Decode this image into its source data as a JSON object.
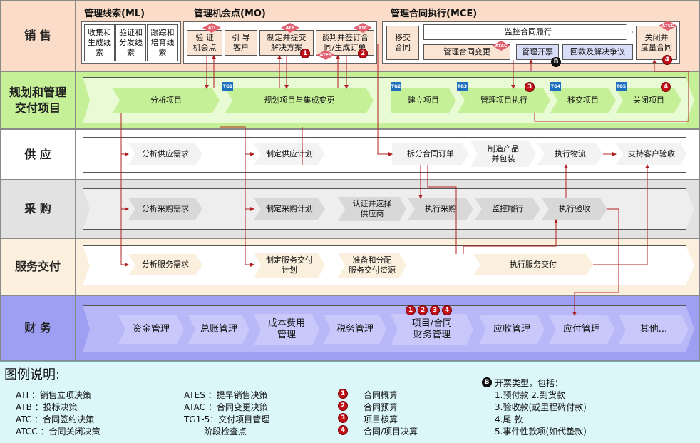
{
  "lanes": {
    "sales": "销 售",
    "planning": "规划和管理\n交付项目",
    "supply": "供 应",
    "procurement": "采 购",
    "service": "服务交付",
    "finance": "财 务"
  },
  "sales": {
    "ml_title": "管理线索(ML)",
    "mo_title": "管理机会点(MO)",
    "mce_title": "管理合同执行(MCE)",
    "ml_items": [
      "收集和\n生成线\n索",
      "验证和\n分发线\n索",
      "跟踪和\n培育线\n索"
    ],
    "mo_items": [
      "验 证\n机会点",
      "引 导\n客户",
      "制定并提交\n解决方案",
      "谈判并签订合\n同/生成订单"
    ],
    "mce_transfer": "移交\n合同",
    "mce_monitor": "监控合同履行",
    "mce_change": "管理合同变更",
    "mce_invoice": "管理开票",
    "mce_payment": "回款及解决争议",
    "mce_close": "关闭并\n度量合同",
    "diamonds": {
      "ati": "ATI",
      "atb": "ATB",
      "atc": "ATC",
      "ates": "ATES",
      "atac": "ATAC",
      "atcc": "ATCC"
    }
  },
  "planning": {
    "analyze": "分析项目",
    "plan": "规划项目与集成变更",
    "build": "建立项目",
    "manage": "管理项目执行",
    "handover": "移交项目",
    "close": "关闭项目",
    "tg": [
      "TG1",
      "TG2",
      "TG3",
      "TG4",
      "TG5"
    ]
  },
  "supply": {
    "analyze": "分析供应需求",
    "plan": "制定供应计划",
    "split": "拆分合同订单",
    "make": "制造产品\n并包装",
    "logistics": "执行物流",
    "accept": "支持客户验收"
  },
  "procurement": {
    "analyze": "分析采购需求",
    "plan": "制定采购计划",
    "select": "认证并选择\n供应商",
    "execute": "执行采购",
    "monitor": "监控履行",
    "verify": "执行验收"
  },
  "service": {
    "analyze": "分析服务需求",
    "plan": "制定服务交付\n计划",
    "prepare": "准备和分配\n服务交付资源",
    "execute": "执行服务交付"
  },
  "finance": {
    "items": [
      "资金管理",
      "总账管理",
      "成本费用\n管理",
      "税务管理",
      "项目/合同\n财务管理",
      "应收管理",
      "应付管理",
      "其他..."
    ]
  },
  "markers": {
    "one": "1",
    "two": "2",
    "three": "3",
    "four": "4",
    "b": "B"
  },
  "legend": {
    "title": "图例说明:",
    "col1": [
      "ATI ：销售立项决策",
      "ATB ：投标决策",
      "ATC ：合同签约决策",
      "ATCC ：合同关闭决策"
    ],
    "col2": [
      "ATES ：提早销售决策",
      "ATAC ：合同变更决策",
      "TG1-5：交付项目管理",
      "阶段检查点"
    ],
    "col3": [
      "合同概算",
      "合同预算",
      "项目核算",
      "合同/项目决算"
    ],
    "col4_title": "开票类型，包括：",
    "col4": [
      "1.预付款  2.到货款",
      "3.验收款(或里程碑付款)",
      "4.尾  款",
      "5.事件性款项(如代垫款)"
    ]
  },
  "colors": {
    "sales": "#fadcc8",
    "planning": "#c6f098",
    "supply": "#ffffff",
    "procurement": "#e2e2e2",
    "service": "#fbefdd",
    "finance": "#9e9ef2",
    "legend": "#dcf7fa",
    "arrow": "#b02020"
  }
}
